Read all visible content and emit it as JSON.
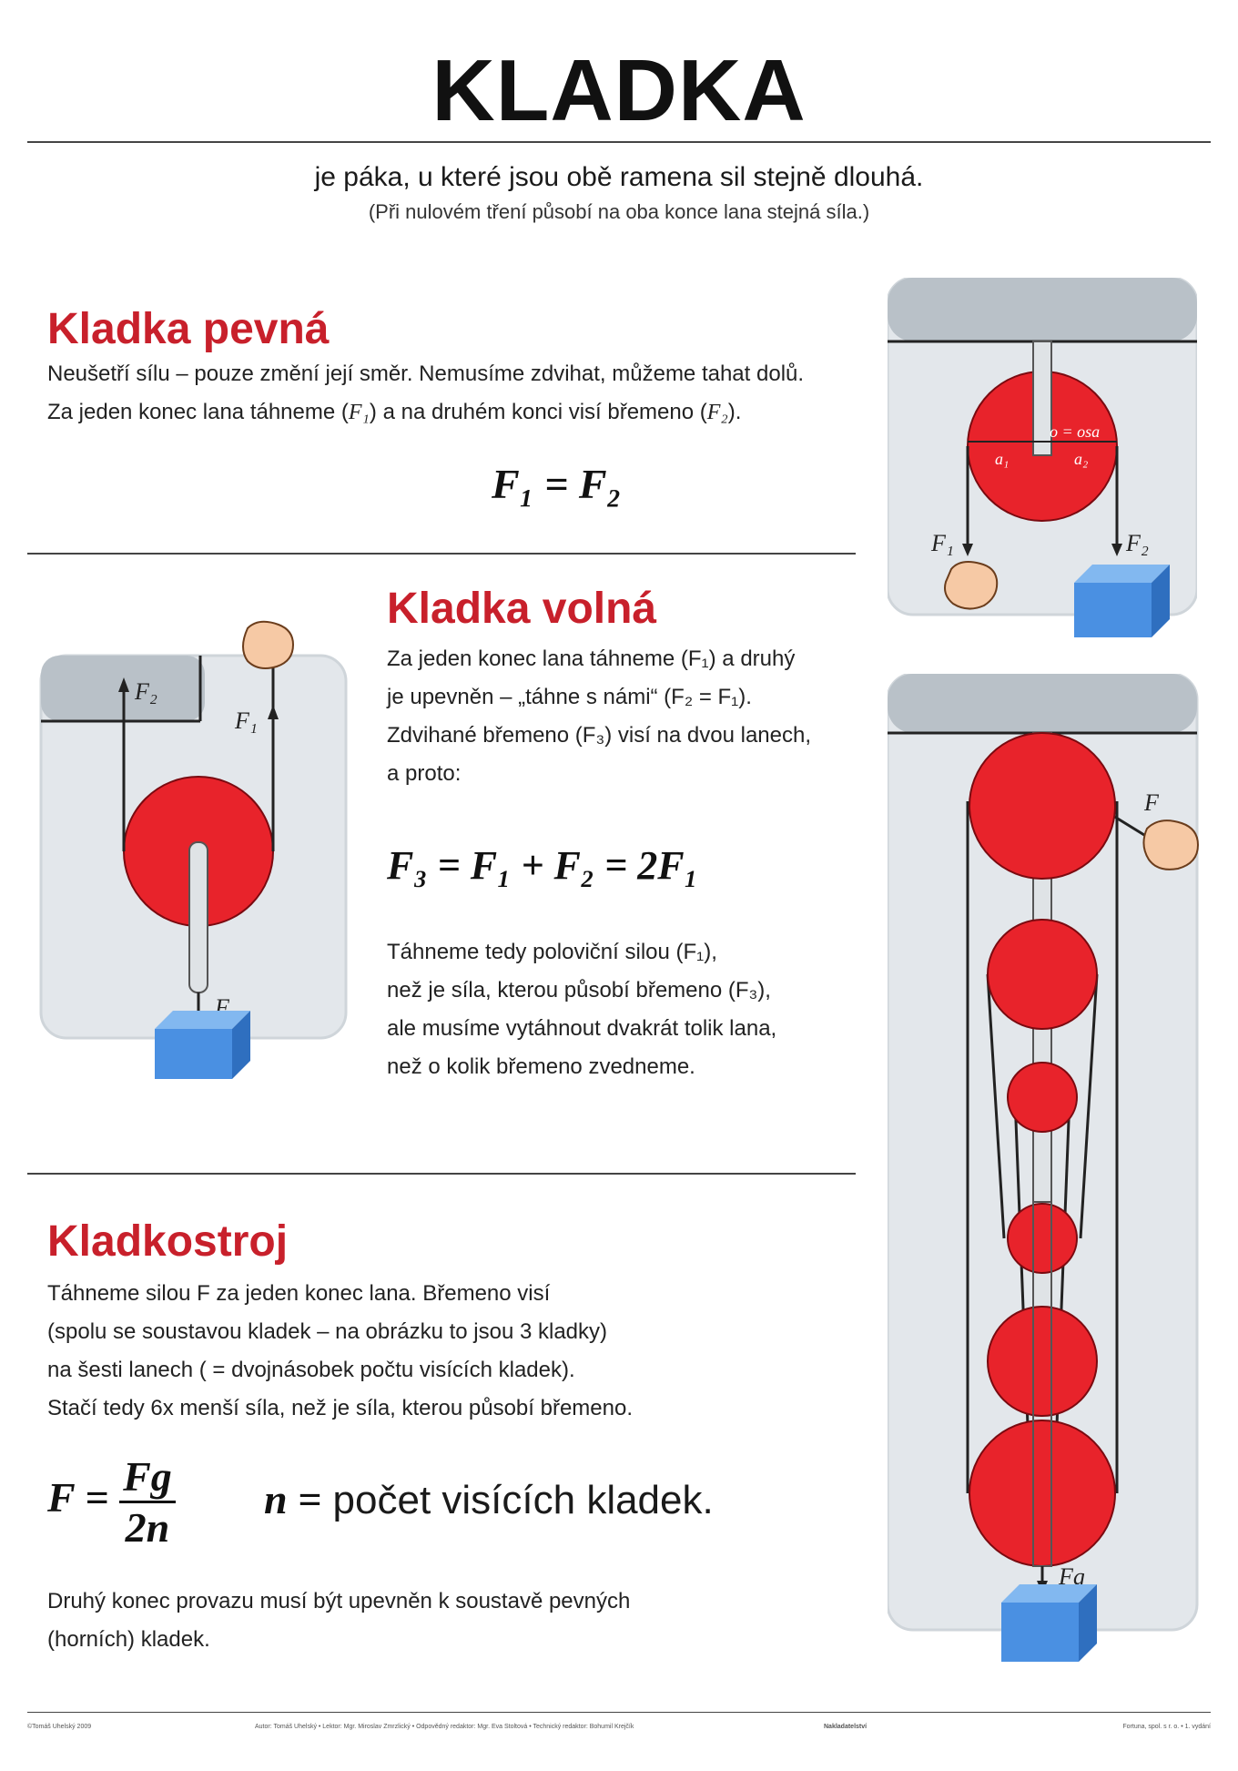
{
  "title": "KLADKA",
  "subtitle": "je páka, u které jsou obě ramena sil stejně dlouhá.",
  "subnote": "(Při nulovém tření působí na oba konce lana stejná síla.)",
  "fixed": {
    "heading": "Kladka pevná",
    "line1": "Neušetří sílu – pouze změní její směr. Nemusíme zdvihat, můžeme tahat dolů.",
    "line2_a": "Za jeden konec lana táhneme",
    "line2_b": "a na druhém konci visí břemeno",
    "formula": "F₁ = F₂",
    "fig": {
      "f1": "F₁",
      "f2": "F₂",
      "axis": "o = osa",
      "a1": "a₁",
      "a2": "a₂"
    }
  },
  "free": {
    "heading": "Kladka volná",
    "p1": "Za jeden konec lana táhneme (F₁) a druhý",
    "p2": "je upevněn – „táhne s námi“ (F₂ = F₁).",
    "p3": "Zdvihané břemeno (F₃) visí na dvou lanech,",
    "p4": "a proto:",
    "formula": "F₃ = F₁ + F₂ = 2F₁",
    "q1": "Táhneme tedy poloviční silou (F₁),",
    "q2": "než je síla, kterou působí břemeno (F₃),",
    "q3": "ale musíme vytáhnout dvakrát tolik lana,",
    "q4": "než o kolik břemeno zvedneme.",
    "fig": {
      "f1": "F₁",
      "f2": "F₂",
      "f3": "F₃"
    }
  },
  "block": {
    "heading": "Kladkostroj",
    "l1": "Táhneme silou F za jeden konec lana. Břemeno visí",
    "l2": "(spolu se soustavou kladek – na obrázku to jsou 3 kladky)",
    "l3": "na šesti lanech ( = dvojnásobek počtu visících kladek).",
    "l4": "Stačí tedy 6x menší síla, než je síla, kterou působí břemeno.",
    "formula_lhs": "F =",
    "formula_num": "Fg",
    "formula_den": "2n",
    "n_def_var": "n =",
    "n_def_text": "počet visících kladek.",
    "note1": "Druhý konec provazu musí být upevněn k soustavě pevných",
    "note2": "(horních) kladek.",
    "fig": {
      "f": "F",
      "fg": "Fg"
    }
  },
  "vars": {
    "F1": "F₁",
    "F2": "F₂"
  },
  "footer": {
    "left": "©Tomáš Uhelský 2009",
    "center": "Autor: Tomáš Uhelský • Lektor: Mgr. Miroslav Zmrzlický • Odpovědný redaktor: Mgr. Eva Stoltová • Technický redaktor: Bohumil Krejčík",
    "publisher": "Nakladatelství",
    "right": "Fortuna, spol. s r. o. • 1. vydání"
  },
  "colors": {
    "accent": "#c8202b",
    "pulley": "#e8232b",
    "panel": "#e3e7eb",
    "box": "#4a90e2"
  }
}
